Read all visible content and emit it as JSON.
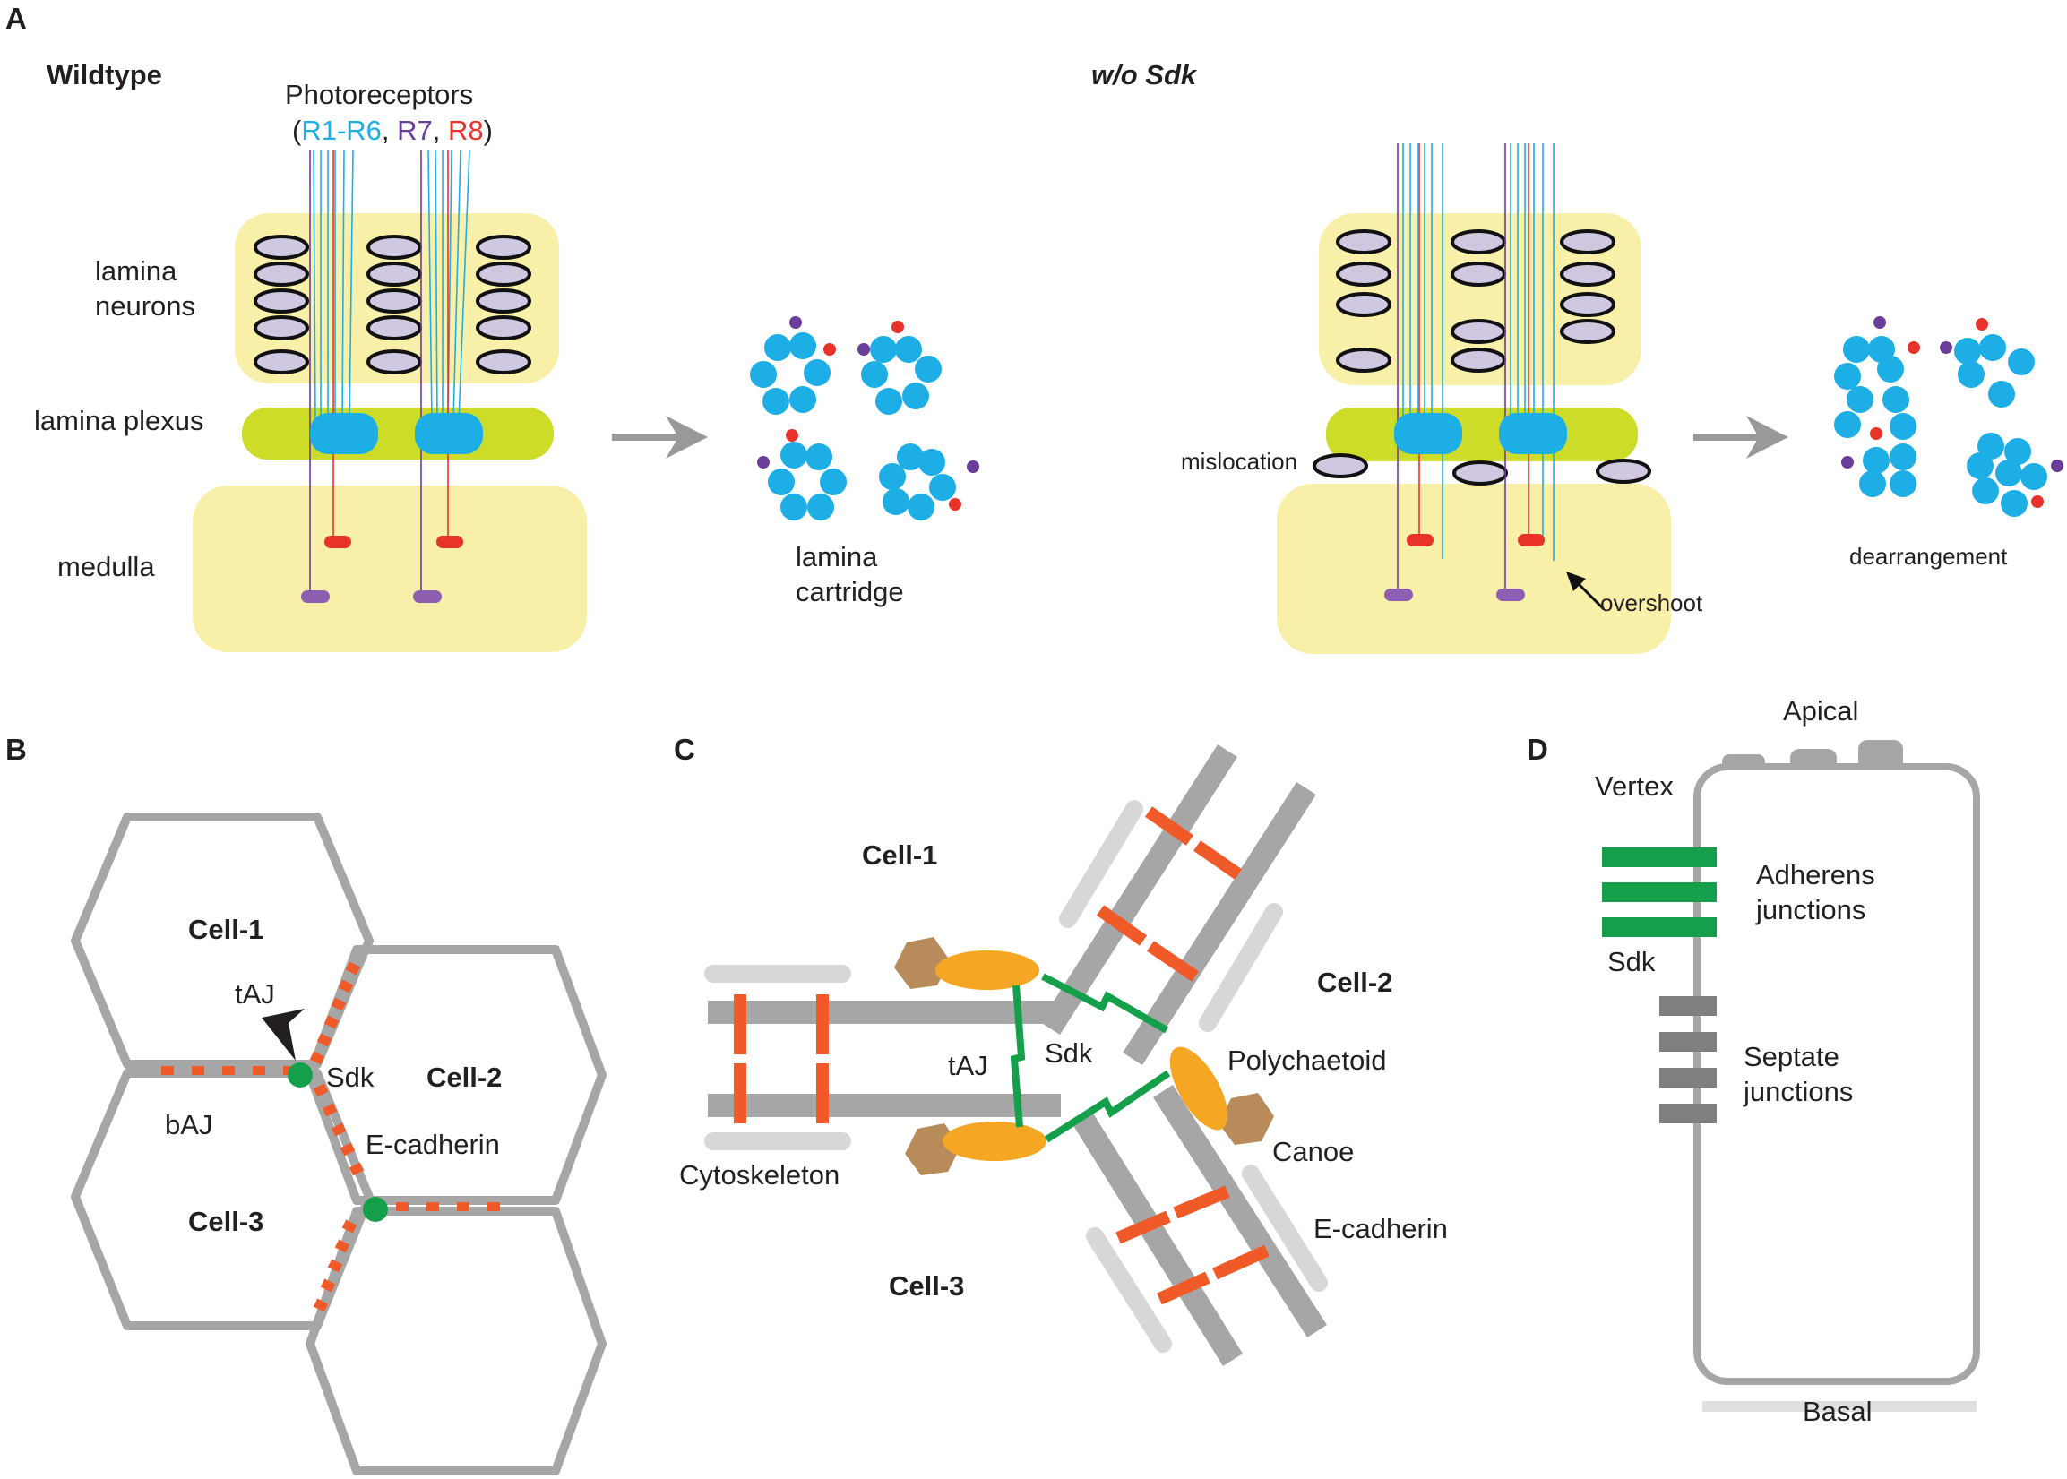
{
  "panels": {
    "a": "A",
    "b": "B",
    "c": "C",
    "d": "D"
  },
  "panel_a": {
    "wildtype_title": "Wildtype",
    "mutant_title": "w/o Sdk",
    "photoreceptors": "Photoreceptors",
    "legend_open": "(",
    "legend_r1r6": "R1-R6",
    "legend_sep1": ", ",
    "legend_r7": "R7",
    "legend_sep2": ", ",
    "legend_r8": "R8",
    "legend_close": ")",
    "lamina_neurons_line1": "lamina",
    "lamina_neurons_line2": "neurons",
    "lamina_plexus": "lamina plexus",
    "medulla": "medulla",
    "cartridge_line1": "lamina",
    "cartridge_line2": "cartridge",
    "mislocation": "mislocation",
    "overshoot": "overshoot",
    "dearrangement": "dearrangement"
  },
  "panel_b": {
    "cell1": "Cell-1",
    "cell2": "Cell-2",
    "cell3": "Cell-3",
    "taj": "tAJ",
    "baj": "bAJ",
    "sdk": "Sdk",
    "ecadherin": "E-cadherin"
  },
  "panel_c": {
    "cell1": "Cell-1",
    "cell2": "Cell-2",
    "cell3": "Cell-3",
    "taj": "tAJ",
    "sdk": "Sdk",
    "polychaetoid": "Polychaetoid",
    "canoe": "Canoe",
    "ecadherin": "E-cadherin",
    "cytoskeleton": "Cytoskeleton"
  },
  "panel_d": {
    "apical": "Apical",
    "vertex": "Vertex",
    "adherens_line1": "Adherens",
    "adherens_line2": "junctions",
    "sdk": "Sdk",
    "septate_line1": "Septate",
    "septate_line2": "junctions",
    "basal": "Basal"
  },
  "colors": {
    "r1_r6": "#1eaee6",
    "r7": "#6a3d9a",
    "r8": "#e8332a",
    "sdk": "#14a04b",
    "ecadherin": "#f05a28",
    "polychaetoid": "#f5a623",
    "canoe": "#b88c5a",
    "lamina_yellow": "#f8f0a8",
    "plexus_green": "#ccdc28",
    "membrane_gray": "#a6a6a6"
  }
}
